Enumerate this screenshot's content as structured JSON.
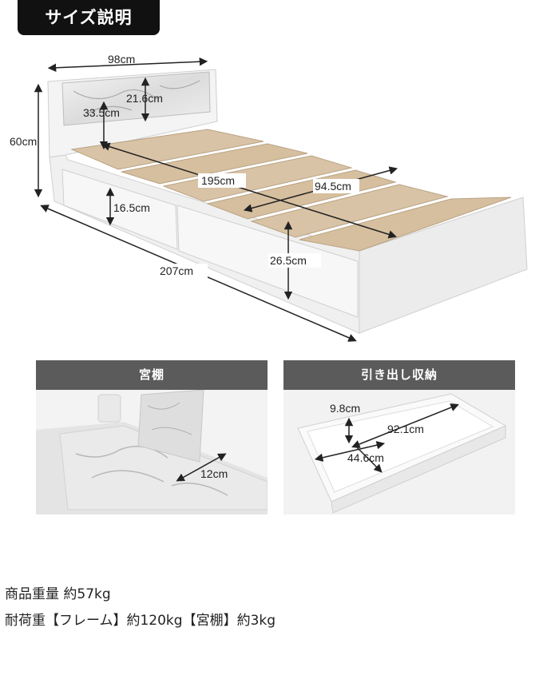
{
  "header": {
    "title": "サイズ説明"
  },
  "dimensions": {
    "width": "98cm",
    "height": "60cm",
    "shelf_depth": "21.6cm",
    "headboard_height": "33.5cm",
    "inner_length": "195cm",
    "inner_width": "94.5cm",
    "underbed_clearance": "16.5cm",
    "side_height": "26.5cm",
    "length": "207cm"
  },
  "panels": {
    "shelf": {
      "title": "宮棚",
      "depth": "12cm"
    },
    "drawer": {
      "title": "引き出し収納",
      "height": "9.8cm",
      "length": "92.1cm",
      "depth": "44.6cm"
    }
  },
  "specs": {
    "weight": "商品重量 約57kg",
    "load": "耐荷重【フレーム】約120kg【宮棚】約3kg"
  },
  "colors": {
    "wood": "#d9c3a6",
    "white_frame": "#f3f3f3",
    "header_bg": "#111111",
    "panel_header_bg": "#5b5b5b"
  }
}
